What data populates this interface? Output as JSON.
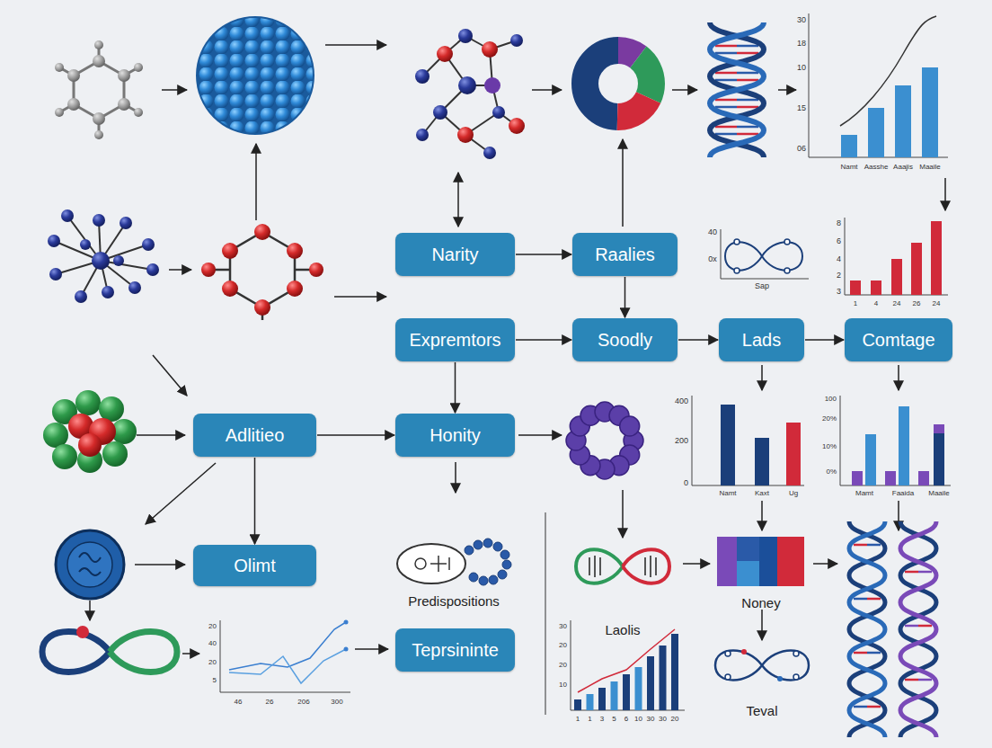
{
  "diagram": {
    "nodes": [
      {
        "text": [
          "Narity"
        ]
      },
      {
        "text": [
          "Raalies"
        ]
      },
      {
        "text": [
          "Expremtors"
        ]
      },
      {
        "text": [
          "Soodly"
        ]
      },
      {
        "text": [
          "Lads"
        ]
      },
      {
        "text": [
          "Comtage"
        ]
      },
      {
        "text": [
          "Adlitieo"
        ]
      },
      {
        "text": [
          "Honity"
        ]
      },
      {
        "text": [
          "Olimt"
        ]
      },
      {
        "text": [
          "Teprsininte"
        ]
      }
    ],
    "edges": [
      {
        "from": 0,
        "to": 1,
        "arrow": "to"
      },
      {
        "from": 1,
        "to": 3,
        "arrow": "to"
      },
      {
        "from": 2,
        "to": 3,
        "arrow": "to"
      },
      {
        "from": 3,
        "to": 4,
        "arrow": "to"
      },
      {
        "from": 4,
        "to": 5,
        "arrow": "to"
      },
      {
        "from": 2,
        "to": 7,
        "arrow": "to"
      },
      {
        "from": 6,
        "to": 7,
        "arrow": "to"
      },
      {
        "from": 6,
        "to": 8,
        "arrow": "to"
      }
    ],
    "labels": [
      "30",
      "18",
      "10",
      "15",
      "06",
      "Namt",
      "Aasshe",
      "Aaajis",
      "Maaile",
      "40",
      "0x",
      "Sap",
      "8",
      "6",
      "4",
      "2",
      "3",
      "1",
      "4",
      "24",
      "26",
      "24",
      "400",
      "200",
      "0",
      "Namt",
      "Kaxt",
      "Ug",
      "100",
      "20%",
      "10%",
      "0%",
      "Mamt",
      "Faaida",
      "Maaile",
      "20",
      "40",
      "20",
      "5",
      "46",
      "26",
      "206",
      "300",
      "30",
      "20",
      "20",
      "10",
      "1",
      "1",
      "3",
      "5",
      "6",
      "10",
      "30",
      "30",
      "20",
      "Predispositions",
      "Laolis",
      "Noney",
      "Teval"
    ]
  }
}
